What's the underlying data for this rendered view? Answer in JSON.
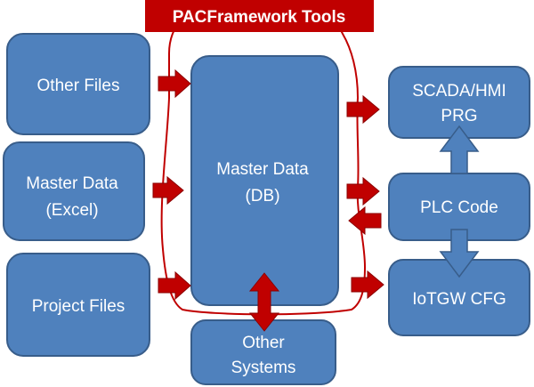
{
  "title": "PACFramework Tools",
  "colors": {
    "box_fill": "#4F81BD",
    "box_stroke": "#385D8A",
    "title_fill": "#C00000",
    "boundary": "#C00000",
    "arrow_red": "#C00000",
    "arrow_blue": "#4F81BD"
  },
  "boxes": {
    "other_files": {
      "lines": [
        "Other Files"
      ]
    },
    "master_data_excel": {
      "lines": [
        "Master Data",
        "(Excel)"
      ]
    },
    "project_files": {
      "lines": [
        "Project Files"
      ]
    },
    "master_data_db": {
      "lines": [
        "Master Data",
        "(DB)"
      ]
    },
    "other_systems": {
      "lines": [
        "Other",
        "Systems"
      ]
    },
    "scada_hmi_prg": {
      "lines": [
        "SCADA/HMI",
        "PRG"
      ]
    },
    "plc_code": {
      "lines": [
        "PLC Code"
      ]
    },
    "iotgw_cfg": {
      "lines": [
        "IoTGW CFG"
      ]
    }
  },
  "arrows": [
    {
      "from": "other_files",
      "to": "master_data_db",
      "style": "red"
    },
    {
      "from": "master_data_excel",
      "to": "master_data_db",
      "style": "red"
    },
    {
      "from": "project_files",
      "to": "master_data_db",
      "style": "red"
    },
    {
      "from": "master_data_db",
      "to": "scada_hmi_prg",
      "style": "red"
    },
    {
      "from": "master_data_db",
      "to": "plc_code",
      "style": "red"
    },
    {
      "from": "plc_code",
      "to": "master_data_db",
      "style": "red"
    },
    {
      "from": "master_data_db",
      "to": "iotgw_cfg",
      "style": "red"
    },
    {
      "from": "master_data_db",
      "to": "other_systems",
      "style": "red-bidirectional"
    },
    {
      "from": "plc_code",
      "to": "scada_hmi_prg",
      "style": "blue"
    },
    {
      "from": "plc_code",
      "to": "iotgw_cfg",
      "style": "blue"
    }
  ]
}
